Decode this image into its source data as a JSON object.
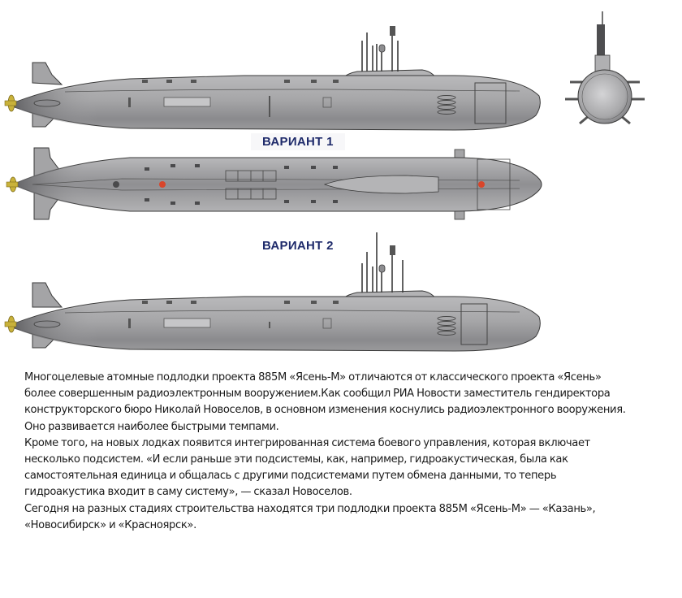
{
  "figure": {
    "title_visible": false,
    "views": [
      {
        "id": "side-view-top",
        "kind": "side profile",
        "label": null
      },
      {
        "id": "front-view",
        "kind": "bow-on front view",
        "label": null
      },
      {
        "id": "top-view",
        "kind": "plan view from above",
        "label": "ВАРИАНТ 1"
      },
      {
        "id": "side-view-bottom",
        "kind": "side profile",
        "label": "ВАРИАНТ 2"
      }
    ],
    "variant1_label": "ВАРИАНТ 1",
    "variant2_label": "ВАРИАНТ 2",
    "colors": {
      "hull": "#a9a9ab",
      "hull_dark": "#6f6f72",
      "outline": "#3a3a3a",
      "propeller": "#c9b23a",
      "marker_red": "#d9452a",
      "label_text": "#1f2b6b"
    }
  },
  "article": {
    "lines": [
      "Многоцелевые атомные подлодки проекта 885М «Ясень-М» отличаются от классического проекта «Ясень»",
      "более совершенным радиоэлектронным вооружением.Как сообщил РИА Новости заместитель гендиректора",
      "конструкторского бюро Николай Новоселов, в основном изменения коснулись радиоэлектронного вооружения.",
      "Оно развивается наиболее быстрыми темпами.",
      "Кроме того, на новых лодках появится интегрированная система боевого управления, которая включает",
      "несколько подсистем. «И если раньше эти подсистемы, как, например, гидроакустическая, была как",
      "самостоятельная единица и общалась с другими подсистемами путем обмена данными, то теперь",
      "гидроакустика входит в саму систему», — сказал Новоселов.",
      "Сегодня на разных стадиях строительства находятся три подлодки проекта 885М «Ясень-М» — «Казань»,",
      "«Новосибирск» и «Красноярск»."
    ]
  }
}
